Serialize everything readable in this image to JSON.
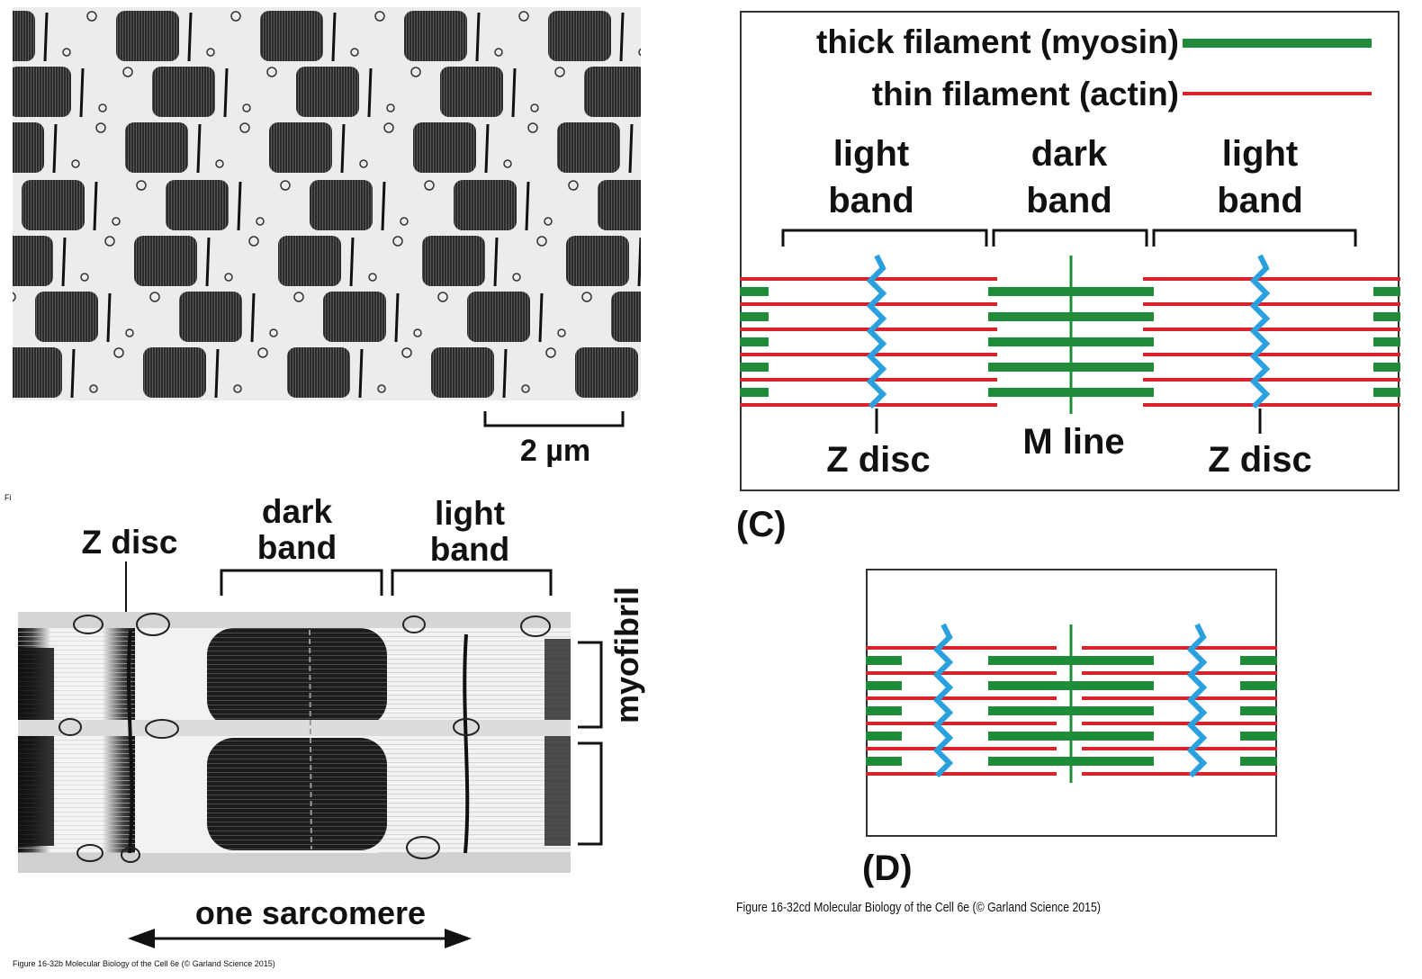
{
  "panel_b_top": {
    "scale_bar_label": "2 µm",
    "stray_mark": "Fi"
  },
  "panel_b_bottom": {
    "z_disc_label": "Z disc",
    "dark_band_line1": "dark",
    "dark_band_line2": "band",
    "light_band_line1": "light",
    "light_band_line2": "band",
    "myofibril_label": "myofibril",
    "sarcomere_label": "one sarcomere",
    "caption": "Figure 16-32b  Molecular Biology of the Cell 6e (© Garland Science 2015)"
  },
  "panel_c": {
    "legend_thick": "thick filament (myosin)",
    "legend_thin": "thin filament (actin)",
    "light_band_left_1": "light",
    "light_band_left_2": "band",
    "dark_band_1": "dark",
    "dark_band_2": "band",
    "light_band_right_1": "light",
    "light_band_right_2": "band",
    "z_disc_left": "Z disc",
    "m_line": "M line",
    "z_disc_right": "Z disc",
    "panel_label": "(C)"
  },
  "panel_d": {
    "panel_label": "(D)",
    "caption": "Figure 16-32cd  Molecular Biology of the Cell 6e (© Garland Science 2015)"
  },
  "colors": {
    "myosin": "#1f8c3a",
    "actin": "#d8232a",
    "z_disc": "#2aa0de"
  }
}
